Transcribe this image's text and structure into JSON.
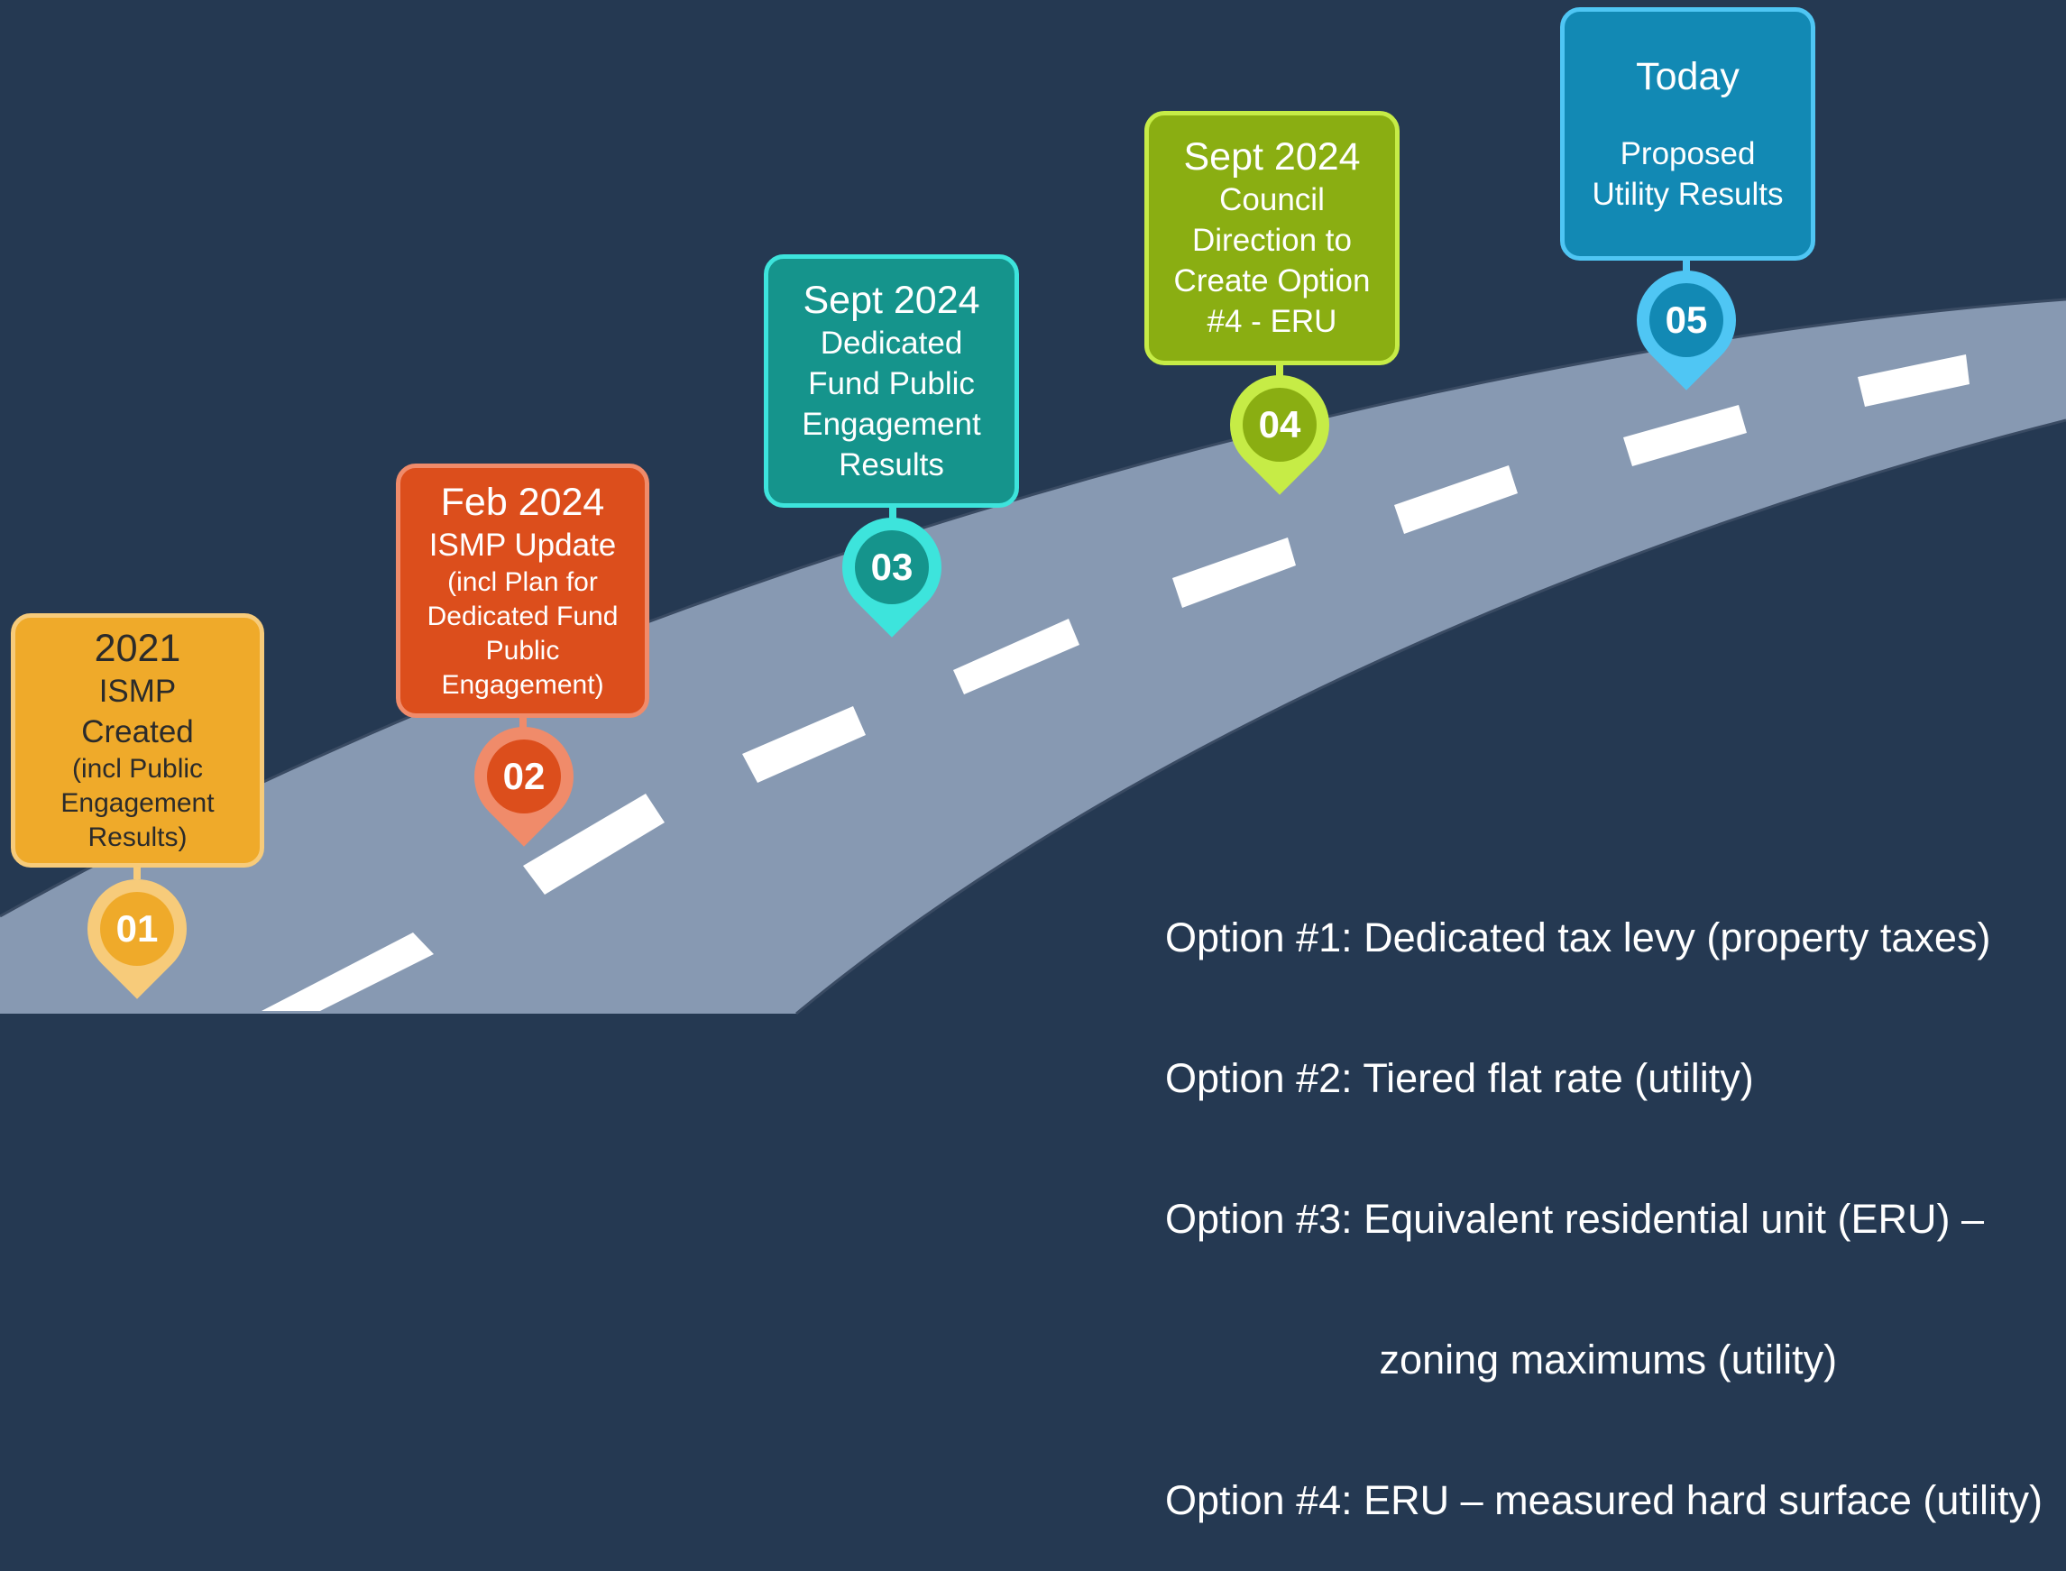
{
  "milestones": [
    {
      "number": "01",
      "date": "2021",
      "title": "ISMP Created",
      "detail": "(incl Public Engagement Results)",
      "fill": "#EFAA2A",
      "border": "#F7CB7A",
      "text": "#2B2B2B"
    },
    {
      "number": "02",
      "date": "Feb 2024",
      "title": "ISMP Update",
      "detail": "(incl Plan for Dedicated Fund Public Engagement)",
      "fill": "#DC4E1C",
      "border": "#F08B6A",
      "text": "#FFFFFF"
    },
    {
      "number": "03",
      "date": "Sept 2024",
      "title": "Dedicated Fund Public Engagement Results",
      "detail": "",
      "fill": "#15948C",
      "border": "#3DE4DC",
      "text": "#FFFFFF"
    },
    {
      "number": "04",
      "date": "Sept 2024",
      "title": "Council Direction to Create Option #4 - ERU",
      "detail": "",
      "fill": "#8AAE12",
      "border": "#C6EC46",
      "text": "#FFFFFF"
    },
    {
      "number": "05",
      "date": "Today",
      "title": "Proposed Utility Results",
      "detail": "",
      "fill": "#1289B4",
      "border": "#4FC6F4",
      "text": "#FFFFFF"
    }
  ],
  "options": [
    "Option #1: Dedicated tax levy (property taxes)",
    "Option #2: Tiered flat rate (utility)",
    "Option #3: Equivalent residential unit (ERU) –",
    "                   zoning maximums (utility)",
    "Option #4: ERU – measured hard surface (utility)"
  ],
  "colors": {
    "background": "#253952",
    "road": "#8799B2",
    "dash": "#FFFFFF"
  }
}
